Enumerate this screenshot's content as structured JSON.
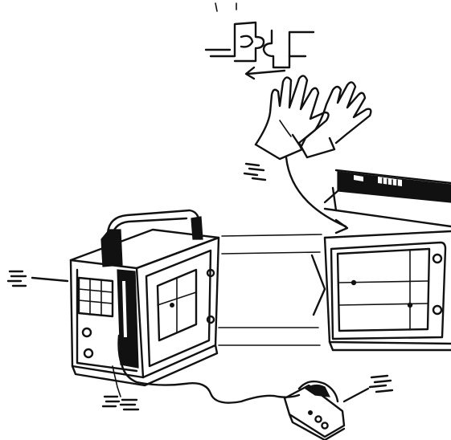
{
  "figure": {
    "background": "#ffffff",
    "ink_color": "#111111",
    "style": "hand-drawn line illustration",
    "components": [
      "puzzle-piece-connection",
      "protective-gloves",
      "hinged-enclosure-lid",
      "portable-controller-case",
      "display-panel-receiver",
      "handheld-pendant-remote"
    ],
    "callout_marks": 5,
    "printed_text": ""
  }
}
